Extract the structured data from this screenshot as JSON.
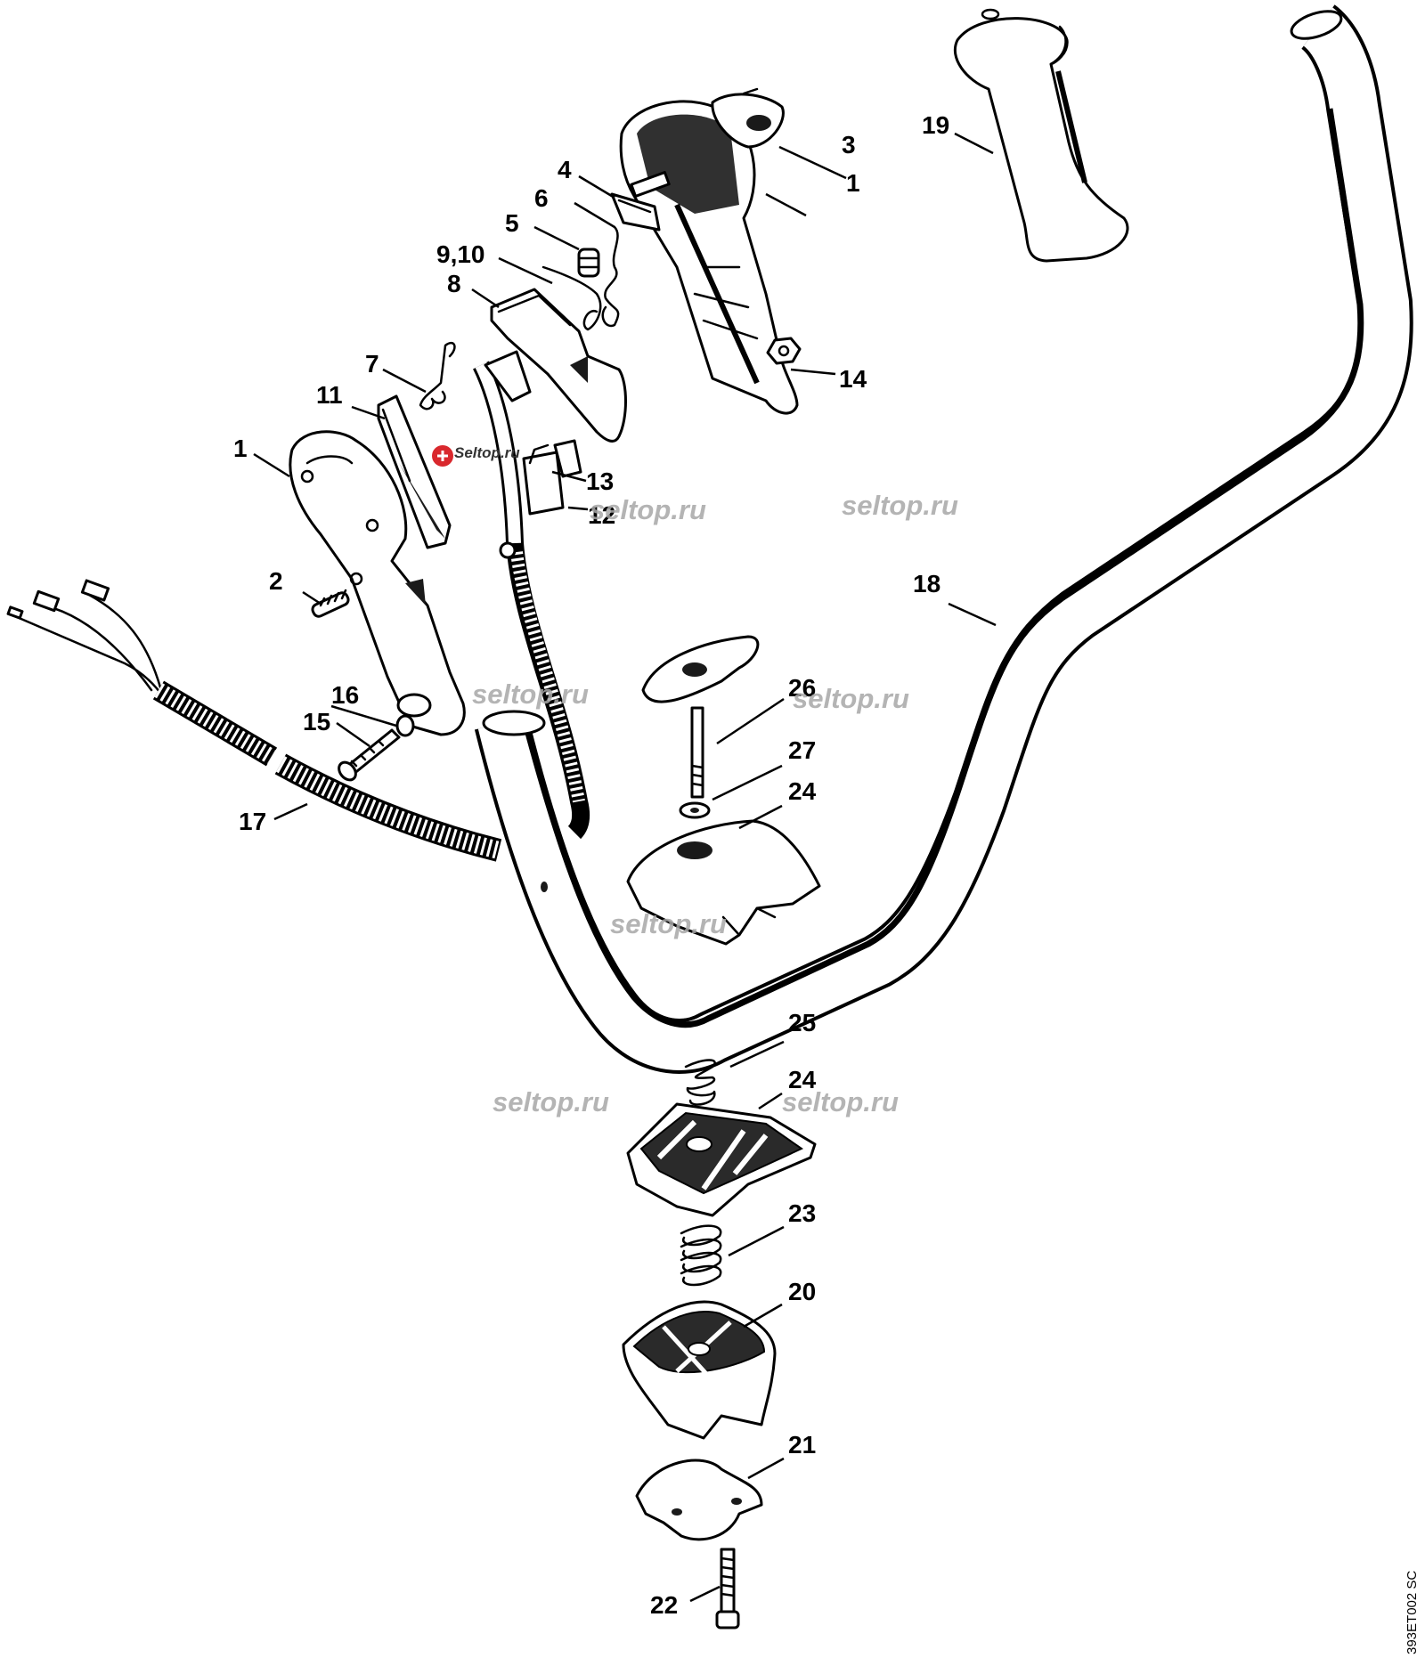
{
  "diagram": {
    "drawing_id": "393ET002 SC",
    "logo_text": "Seltop.ru",
    "watermark_text": "seltop.ru",
    "callouts": {
      "c1a": "1",
      "c1b": "1",
      "c2": "2",
      "c3": "3",
      "c4": "4",
      "c5": "5",
      "c6": "6",
      "c7": "7",
      "c8": "8",
      "c9_10": "9,10",
      "c11": "11",
      "c12": "12",
      "c13": "13",
      "c14": "14",
      "c15": "15",
      "c16": "16",
      "c17": "17",
      "c18": "18",
      "c19": "19",
      "c20": "20",
      "c21": "21",
      "c22": "22",
      "c23": "23",
      "c24a": "24",
      "c24b": "24",
      "c25": "25",
      "c26": "26",
      "c27": "27"
    }
  }
}
